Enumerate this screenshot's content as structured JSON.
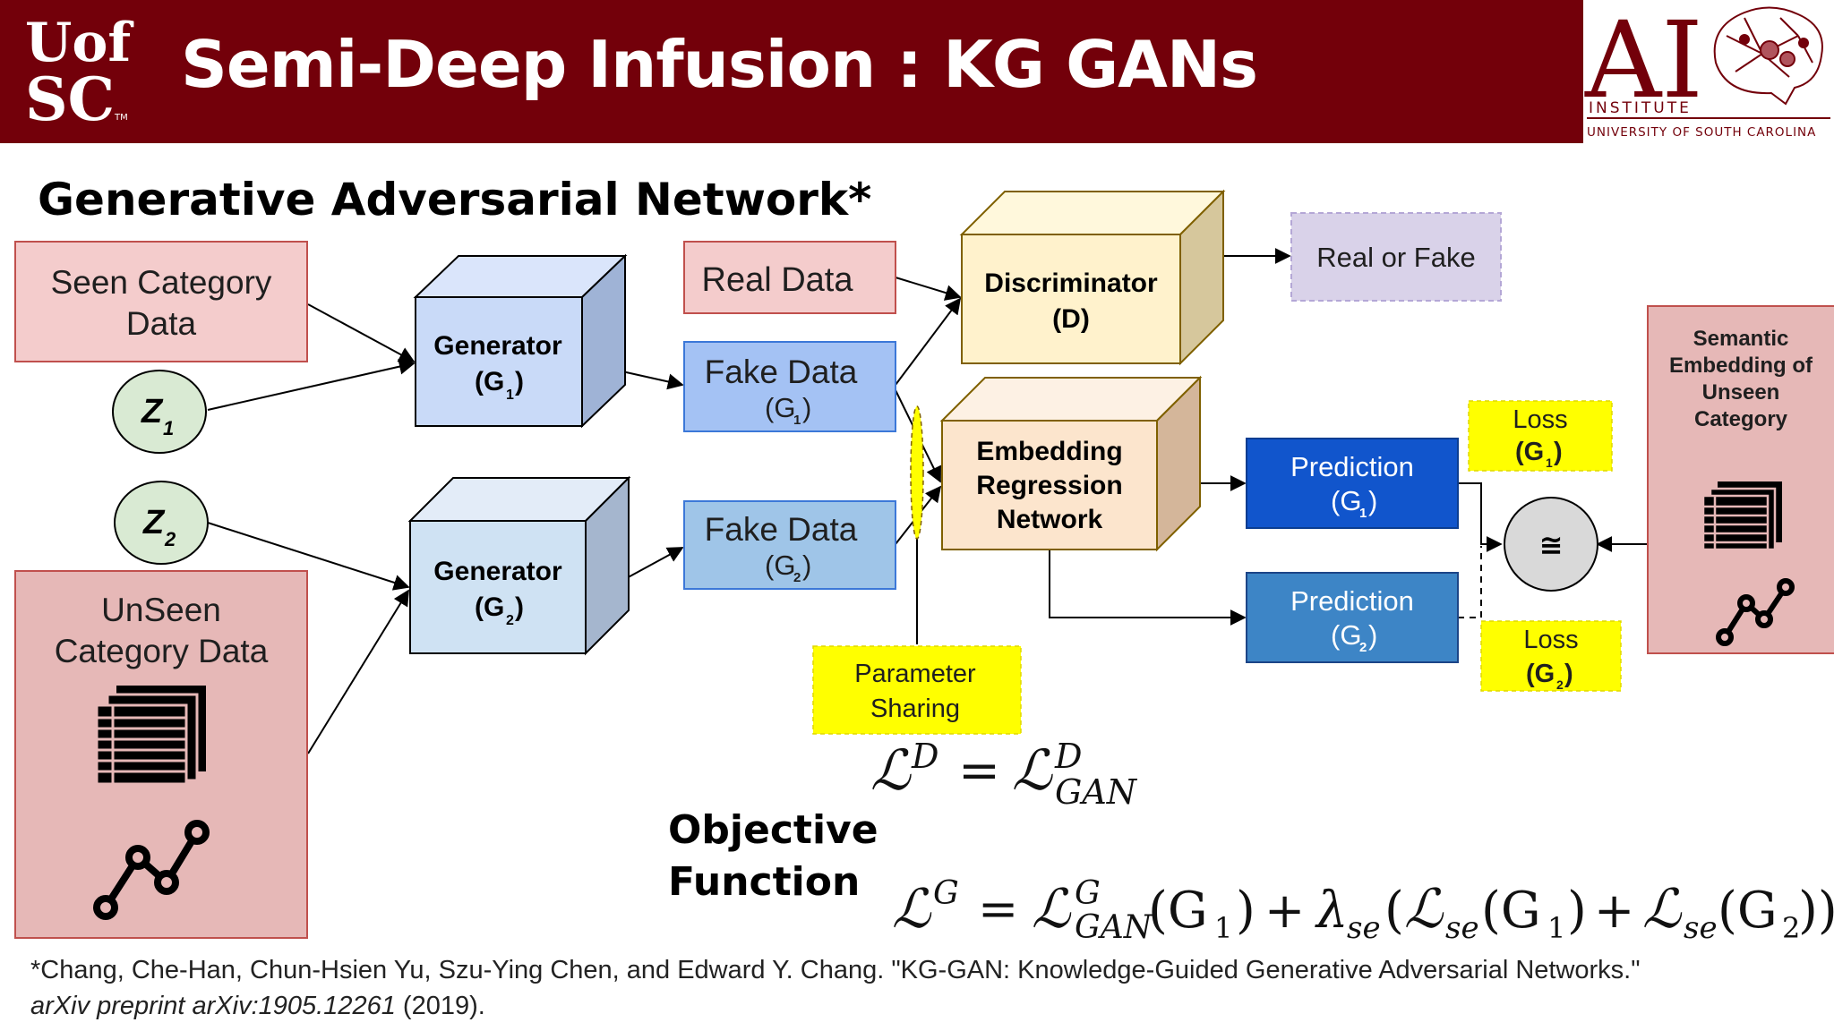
{
  "header": {
    "title": "Semi-Deep Infusion : KG GANs",
    "left_logo": {
      "line1": "Uof",
      "line2": "SC",
      "tm": "TM"
    },
    "right_logo": {
      "letters": "AI",
      "line1": "INSTITUTE",
      "line2": "UNIVERSITY OF SOUTH CAROLINA"
    }
  },
  "section_title": "Generative Adversarial Network*",
  "boxes": {
    "seen": [
      "Seen Category",
      "Data"
    ],
    "unseen": [
      "UnSeen",
      "Category Data"
    ],
    "z1": {
      "letter": "Z",
      "sub": "1"
    },
    "z2": {
      "letter": "Z",
      "sub": "2"
    },
    "gen1": {
      "title": "Generator",
      "label": "(G",
      "sub": "1",
      "close": ")"
    },
    "gen2": {
      "title": "Generator",
      "label": "(G",
      "sub": "2",
      "close": ")"
    },
    "real": "Real Data",
    "fake1": {
      "title": "Fake Data",
      "label": "(G",
      "sub": "1",
      "close": ")"
    },
    "fake2": {
      "title": "Fake Data",
      "label": "(G",
      "sub": "2",
      "close": ")"
    },
    "disc": {
      "title": "Discriminator",
      "label": "(D)"
    },
    "realfake": "Real or Fake",
    "emb": [
      "Embedding",
      "Regression",
      "Network"
    ],
    "pred1": {
      "title": "Prediction",
      "label": "(G",
      "sub": "1",
      "close": ")"
    },
    "pred2": {
      "title": "Prediction",
      "label": "(G",
      "sub": "2",
      "close": ")"
    },
    "loss1": {
      "title": "Loss",
      "label": "(G",
      "sub": "1",
      "close": ")"
    },
    "loss2": {
      "title": "Loss",
      "label": "(G",
      "sub": "2",
      "close": ")"
    },
    "approx": "≅",
    "semantic": [
      "Semantic",
      "Embedding of",
      "Unseen",
      "Category"
    ],
    "param": [
      "Parameter",
      "Sharing"
    ]
  },
  "objective": [
    "Objective",
    "Function"
  ],
  "equations": {
    "d": {
      "lhs": "ℒ",
      "lhs_sup": "D",
      "eq": "=",
      "rhs": "ℒ",
      "rhs_sup": "D",
      "rhs_sub": "GAN"
    },
    "g": {
      "lhs": "ℒ",
      "lhs_sup": "G",
      "eq": "=",
      "l1": "ℒ",
      "l1_sup": "G",
      "l1_sub": "GAN",
      "g1": "(G",
      "g1_sub": "1",
      "g1_close": ")",
      "plus": "+",
      "lam": "λ",
      "lam_sub": "se",
      "open": "(",
      "l2": "ℒ",
      "l2_sub": "se",
      "g2": "(G",
      "g2_sub": "1",
      "g2_close": ")",
      "plus2": "+",
      "l3": "ℒ",
      "l3_sub": "se",
      "g3": "(G",
      "g3_sub": "2",
      "g3_close": "))"
    }
  },
  "citation": {
    "line1": "*Chang, Che-Han, Chun-Hsien Yu, Szu-Ying Chen, and Edward Y. Chang. \"KG-GAN: Knowledge-Guided Generative Adversarial Networks.\"",
    "line2_italic": "arXiv preprint arXiv:1905.12261",
    "line2_rest": " (2019)."
  },
  "colors": {
    "header": "#73000a",
    "pink": "#f4cccc",
    "pink_dark": "#e6b8b7",
    "blue_light": "#c9daf8",
    "blue_mid": "#a4c2f4",
    "blue_dark": "#1155cc",
    "blue_pred2": "#3d85c6",
    "yellow": "#ffff00",
    "cream": "#fff2cc",
    "peach": "#fce5cd",
    "lavender": "#d9d2e9",
    "green_circle": "#d9ead3"
  }
}
